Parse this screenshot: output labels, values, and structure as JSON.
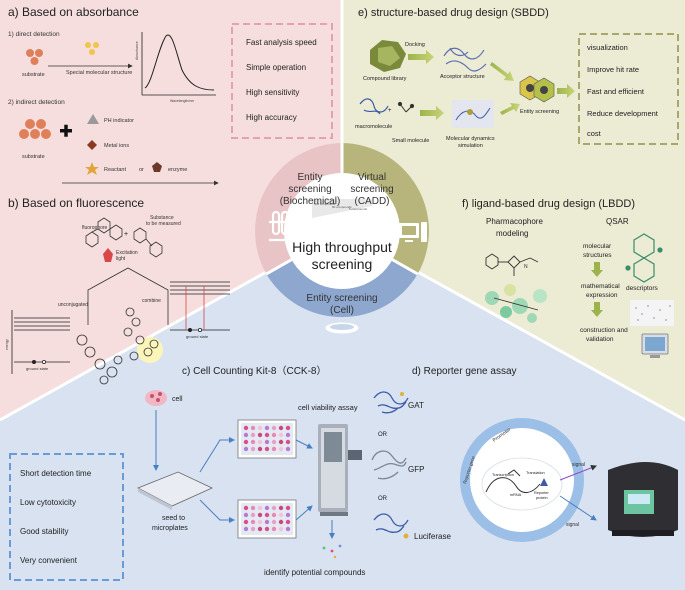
{
  "center": {
    "title_line1": "High throughput",
    "title_line2": "screening",
    "inset_labels": [
      "500 compounds",
      "50 compounds",
      "5 compounds"
    ]
  },
  "ring": {
    "entity_bio": [
      "Entity",
      "screening",
      "(Biochemical)"
    ],
    "virtual": [
      "Virtual",
      "screening",
      "(CADD)"
    ],
    "entity_cell": [
      "Entity screening",
      "(Cell)"
    ]
  },
  "panel_a": {
    "title": "a)  Based on absorbance",
    "direct": "1) direct detection",
    "indirect": "2) indirect detection",
    "substrate": "substrate",
    "special": "Special molecular structure",
    "axis_y": "Absorbance",
    "axis_x": "Wavelength/nm",
    "ph_indicator": "PH indicator",
    "metal_ions": "Metal ions",
    "reactant": "Reactant",
    "or": "or",
    "enzyme": "enzyme",
    "features": [
      "Fast analysis speed",
      "Simple operation",
      "High sensitivity",
      "High accuracy"
    ]
  },
  "panel_b": {
    "title": "b)  Based on fluorescence",
    "fluorophore": "fluorophore",
    "substance": [
      "Substance",
      "to be measured"
    ],
    "excitation": [
      "Excitation",
      "light"
    ],
    "unconjugated": "unconjugated",
    "combine": "combine",
    "ground_state": "ground state",
    "energy": "energy"
  },
  "panel_c": {
    "title": "c)  Cell Counting Kit-8（CCK-8）",
    "cell": "cell",
    "seed": [
      "seed to",
      "microplates"
    ],
    "viability": "cell viability assay",
    "identify": "identify potential compounds",
    "features": [
      "Short detection time",
      "Low cytotoxicity",
      "Good stability",
      "Very convenient"
    ]
  },
  "panel_d": {
    "title": "d)  Reporter gene assay",
    "gat": "GAT",
    "gfp": "GFP",
    "luciferase": "Luciferase",
    "or": "OR",
    "promoter": "Promoter",
    "reporter_gene": "Reporter gene",
    "transcription": "Transcription",
    "translation": "Translation",
    "mrna": "mRNA",
    "reporter_protein": [
      "Reporter",
      "protein"
    ],
    "signal": "signal"
  },
  "panel_e": {
    "title": "e)  structure-based drug design (SBDD)",
    "docking": "Docking",
    "compound_library": "Compound library",
    "acceptor": "Acceptor structure",
    "entity_screening": "Entity screening",
    "macromolecule": "macromolecule",
    "small_molecule": "Small molecule",
    "md": [
      "Molecular dynamics",
      "simulation"
    ],
    "features": [
      "visualization",
      "Improve hit rate",
      "Fast and efficient",
      "Reduce development",
      "cost"
    ]
  },
  "panel_f": {
    "title": "f)  ligand-based drug design (LBDD)",
    "pharmacophore": [
      "Pharmacophore",
      "modeling"
    ],
    "qsar": "QSAR",
    "molecular": [
      "molecular",
      "structures"
    ],
    "descriptors": "descriptors",
    "math": [
      "mathematical",
      "expression"
    ],
    "construction": [
      "construction and",
      "validation"
    ]
  },
  "colors": {
    "pink": "#f6dede",
    "olive": "#ecebd4",
    "blue": "#d8e2f1",
    "ring_pink": "#e9c4c6",
    "ring_olive": "#b7b57c",
    "ring_blue": "#8ea7cf",
    "dash_pink": "#e3a1b5",
    "dash_olive": "#a8a76f",
    "dash_blue": "#6b9bd6"
  }
}
